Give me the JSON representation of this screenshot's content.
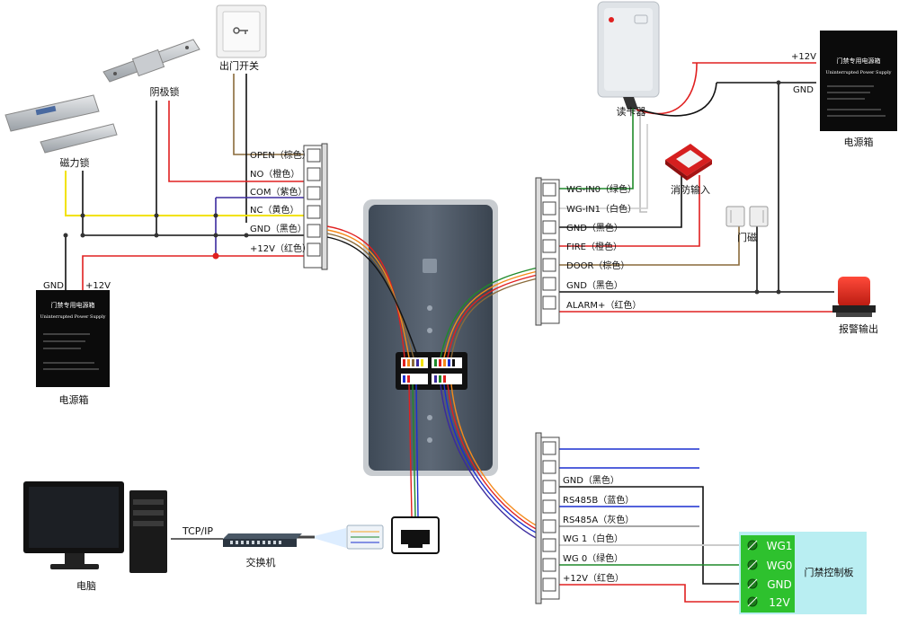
{
  "devices": {
    "exit_switch": "出门开关",
    "strike_lock": "阴极锁",
    "mag_lock": "磁力锁",
    "psu_left": "电源箱",
    "psu_right": "电源箱",
    "reader": "读卡器",
    "fire_input": "消防输入",
    "door_contact": "门磁",
    "alarm_output": "报警输出",
    "computer": "电脑",
    "switch": "交换机",
    "tcpip": "TCP/IP",
    "controller": "门禁控制板"
  },
  "psu_label": {
    "title": "门禁专用电源箱",
    "subtitle": "Uninterrupted Power Supply"
  },
  "left_terminal": [
    "OPEN（棕色）",
    "NO（橙色）",
    "COM（紫色）",
    "NC（黄色）",
    "GND（黑色）",
    "+12V（红色）"
  ],
  "left_psu_wires": {
    "gnd": "GND",
    "v12": "+12V"
  },
  "right_top_terminal": [
    "WG-IN0（绿色）",
    "WG-IN1（白色）",
    "GND（黑色）",
    "FIRE（橙色）",
    "DOOR（棕色）",
    "GND（黑色）",
    "ALARM+（红色）"
  ],
  "right_psu_wires": {
    "v12": "+12V",
    "gnd": "GND"
  },
  "right_bottom_terminal": [
    "",
    "",
    "GND（黑色）",
    "RS485B（蓝色）",
    "RS485A（灰色）",
    "WG 1（白色）",
    "WG 0（绿色）",
    "+12V（红色）"
  ],
  "controller_pins": [
    "WG1",
    "WG0",
    "GND",
    "12V"
  ],
  "colors": {
    "red": "#e02020",
    "black": "#111111",
    "yellow": "#f2e200",
    "purple": "#3b2a9e",
    "brown": "#8a6a3a",
    "green": "#1f8a2a",
    "blue": "#1a2fd0",
    "controller_bg": "#b9eef2",
    "controller_green": "#2ec12e"
  }
}
